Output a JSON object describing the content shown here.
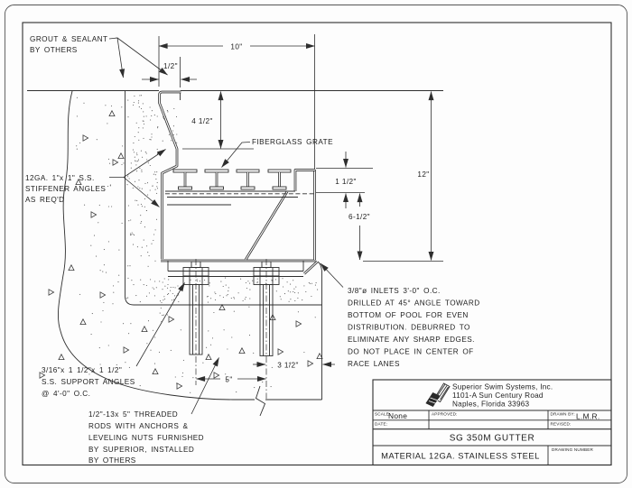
{
  "drawing": {
    "notes": {
      "grout": [
        "GROUT & SEALANT",
        "BY OTHERS"
      ],
      "stiffener": [
        "12GA. 1\"x 1\" S.S.",
        "STIFFENER ANGLES",
        "AS REQ'D"
      ],
      "fiberglass": "FIBERGLASS GRATE",
      "support": [
        "3/16\"x 1 1/2\"x 1 1/2\"",
        "S.S. SUPPORT ANGLES",
        "@ 4'-0\" O.C."
      ],
      "rods": [
        "1/2\"-13x 5\" THREADED",
        "RODS WITH ANCHORS &",
        "LEVELING NUTS FURNISHED",
        "BY SUPERIOR, INSTALLED",
        "BY OTHERS"
      ],
      "inlets": [
        "3/8\"ø INLETS 3'-0\" O.C.",
        "DRILLED AT 45° ANGLE TOWARD",
        "BOTTOM OF POOL FOR EVEN",
        "DISTRIBUTION.  DEBURRED TO",
        "ELIMINATE ANY SHARP EDGES.",
        "DO NOT PLACE IN CENTER OF",
        "RACE LANES"
      ]
    },
    "dims": {
      "gutter_width": "10\"",
      "lip_offset": "1/2\"",
      "lip_depth": "4 1/2\"",
      "overall_depth": "12\"",
      "grate_thickness": "1 1/2\"",
      "body_depth": "6-1/2\"",
      "rod_spacing": "5\"",
      "rod_edge_offset": "3 1/2\""
    }
  },
  "title_block": {
    "company": {
      "name": "Superior Swim Systems, Inc.",
      "address_line1": "1101-A Sun Century Road",
      "address_line2": "Naples, Florida 33963"
    },
    "labels": {
      "scale": "SCALE:",
      "approved": "APPROVED:",
      "drawn_by": "DRAWN BY:",
      "date": "DATE:",
      "revised": "REVISED:",
      "drawing_number": "DRAWING NUMBER"
    },
    "values": {
      "scale": "None",
      "drawn_by": "L.M.R."
    },
    "title": "SG 350M GUTTER",
    "material": "MATERIAL 12GA. STAINLESS STEEL"
  }
}
